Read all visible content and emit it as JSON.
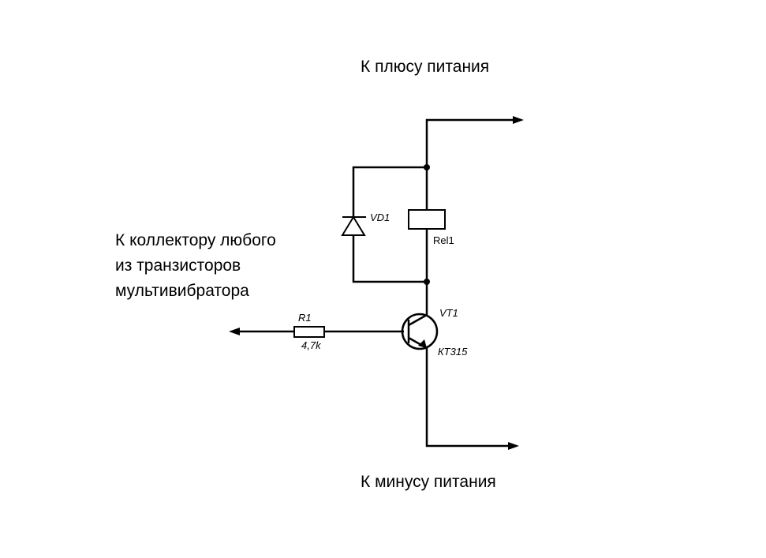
{
  "labels": {
    "plus": "К плюсу питания",
    "minus": "К минусу питания",
    "collector_lines": [
      "К коллектору любого",
      "из транзисторов",
      "мультивибратора"
    ]
  },
  "components": {
    "diode": {
      "ref": "VD1"
    },
    "relay": {
      "ref": "Rel1"
    },
    "transistor": {
      "ref": "VT1",
      "model": "КТ315"
    },
    "resistor": {
      "ref": "R1",
      "value": "4,7k"
    }
  },
  "colors": {
    "wire": "#000000",
    "background": "#ffffff"
  }
}
